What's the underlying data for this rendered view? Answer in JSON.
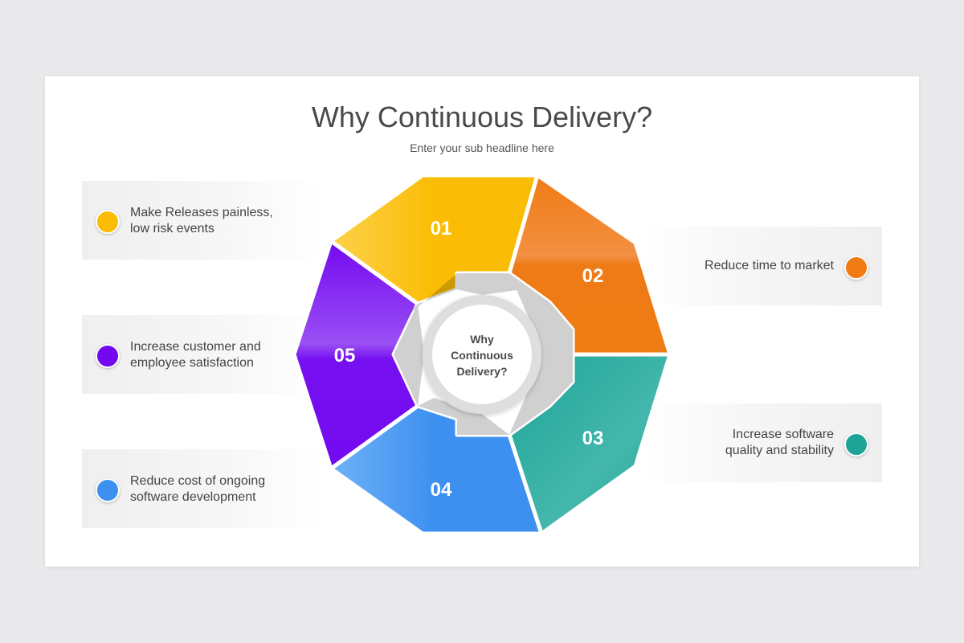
{
  "slide": {
    "title": "Why Continuous Delivery?",
    "subtitle": "Enter your sub headline here"
  },
  "center": {
    "lines": [
      "Why",
      "Continuous",
      "Delivery?"
    ]
  },
  "segments": [
    {
      "number": "01",
      "color": "#fbbc05",
      "lines": [
        "Make Releases painless,",
        "low risk events"
      ]
    },
    {
      "number": "02",
      "color": "#f07b14",
      "lines": [
        "Reduce time to market"
      ]
    },
    {
      "number": "03",
      "color": "#1ea497",
      "lines": [
        "Increase software",
        "quality and stability"
      ]
    },
    {
      "number": "04",
      "color": "#3d90f0",
      "lines": [
        "Reduce cost of ongoing",
        "software development"
      ]
    },
    {
      "number": "05",
      "color": "#7409f0",
      "lines": [
        "Increase customer and",
        "employee satisfaction"
      ]
    }
  ]
}
